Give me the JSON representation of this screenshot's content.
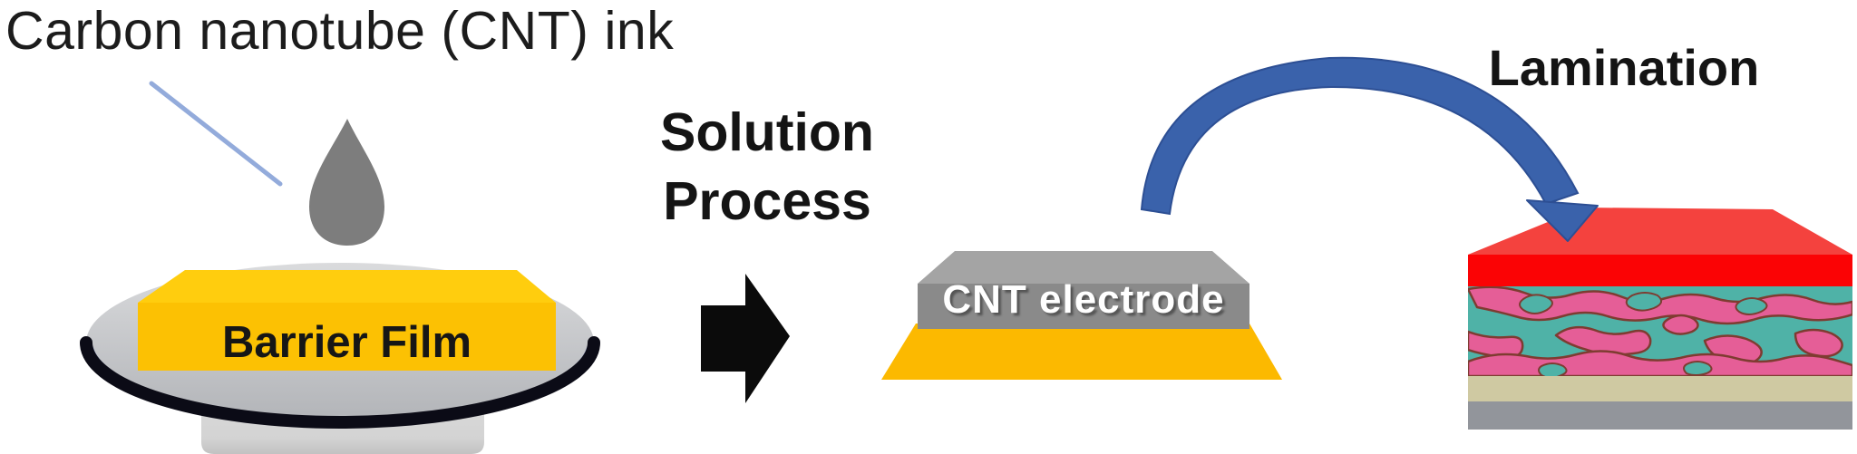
{
  "diagram": {
    "title": "Carbon nanotube (CNT) ink",
    "labels": {
      "process": "Solution Process",
      "barrier_film": "Barrier Film",
      "cnt_electrode": "CNT electrode",
      "lamination": "Lamination"
    },
    "colors": {
      "ink_grey": "#7d7d7d",
      "pointer_blue": "#93abdb",
      "disc_rim_black": "#0b0b16",
      "barrier_yellow_top": "#ffcd0e",
      "barrier_yellow_front": "#fcc103",
      "substrate_yellow": "#fcb900",
      "electrode_grey_top": "#a4a4a4",
      "electrode_grey_front": "#8a8a8a",
      "arrow_black": "#0b0b0b",
      "lamination_blue": "#3a62ab",
      "stack_red_top": "#f4423e",
      "stack_red_front": "#fb0305",
      "active_teal": "#4fb2a7",
      "active_pink": "#e55e97",
      "active_outline": "#7e3c31",
      "stack_tan": "#cfc9a2",
      "stack_grey": "#92959b"
    }
  }
}
